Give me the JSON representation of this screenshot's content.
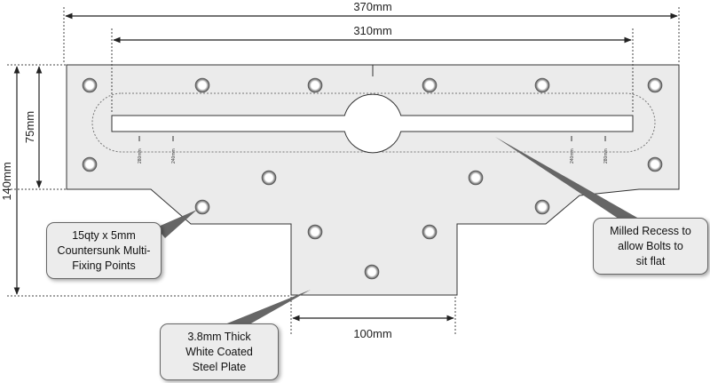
{
  "dimensions": {
    "overall_width": "370mm",
    "slot_length": "310mm",
    "overall_height": "140mm",
    "upper_height": "75mm",
    "stem_width": "100mm"
  },
  "slot_ticks": {
    "left_outer": "280mm",
    "left_inner": "240mm",
    "right_inner": "240mm",
    "right_outer": "280mm"
  },
  "callouts": {
    "fixing_points": [
      "15qty x 5mm",
      "Countersunk Multi-",
      "Fixing Points"
    ],
    "milled_recess": [
      "Milled  Recess to",
      "allow Bolts to",
      "sit flat"
    ],
    "plate": [
      "3.8mm Thick",
      "White Coated",
      "Steel Plate"
    ]
  },
  "colors": {
    "plate_fill": "#ebebeb",
    "outline": "#333333",
    "callout_fill": "#ececec"
  }
}
